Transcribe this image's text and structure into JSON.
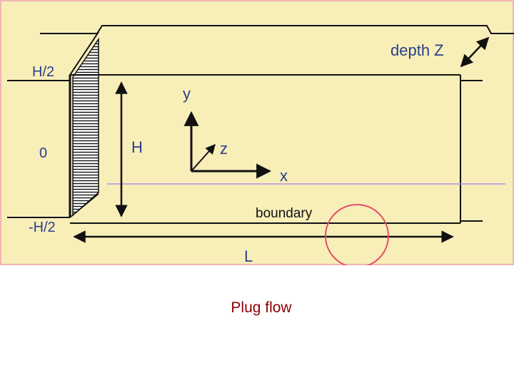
{
  "diagram": {
    "labels": {
      "depth": "depth Z",
      "top": "H/2",
      "zero": "0",
      "bottom": "-H/2",
      "height": "H",
      "y_axis": "y",
      "z_axis": "z",
      "x_axis": "x",
      "boundary": "boundary",
      "length": "L"
    },
    "colors": {
      "background": "#f8eeb8",
      "border": "#f2b4b4",
      "lines": "#111111",
      "centerline": "#b98be6",
      "circle": "#e0506a",
      "labels": "#2b3f8c"
    }
  },
  "caption": "Plug flow"
}
